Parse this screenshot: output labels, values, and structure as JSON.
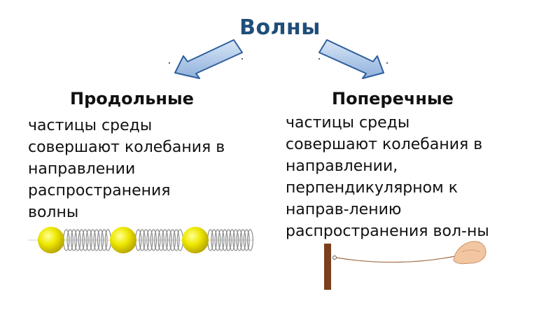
{
  "title": "Волны",
  "left": {
    "heading": "Продольные",
    "lines": [
      "частицы среды",
      "совершают колебания в",
      "направлении",
      "распространения",
      "волны"
    ]
  },
  "right": {
    "heading": "Поперечные",
    "lines": [
      "частицы среды",
      "совершают колебания в",
      "направлении,",
      "перпендикулярном к",
      "направ-лению",
      "распространения вол-ны"
    ]
  },
  "colors": {
    "title": "#1f4e79",
    "arrow_fill": "#a9c4e6",
    "arrow_stroke": "#2e5f9e",
    "ball": "#e8e000",
    "spring": "#9a9a9a",
    "post": "#7b3f1d",
    "rope": "#a06c46",
    "hand": "#f2c6a0"
  },
  "icons": [
    "arrow-left-down-icon",
    "arrow-right-down-icon",
    "spring-chain-illustration",
    "rope-wave-illustration",
    "hand-icon"
  ]
}
